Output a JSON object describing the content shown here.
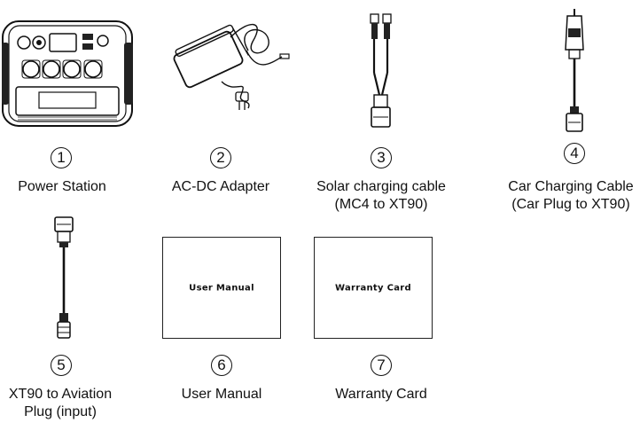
{
  "items": [
    {
      "num": "1",
      "label_line1": "Power Station",
      "label_line2": "",
      "icon": "power-station-icon"
    },
    {
      "num": "2",
      "label_line1": "AC-DC Adapter",
      "label_line2": "",
      "icon": "ac-dc-adapter-icon"
    },
    {
      "num": "3",
      "label_line1": "Solar charging cable",
      "label_line2": "(MC4 to XT90)",
      "icon": "solar-cable-icon"
    },
    {
      "num": "4",
      "label_line1": "Car Charging Cable",
      "label_line2": "(Car Plug to XT90)",
      "icon": "car-charging-cable-icon"
    },
    {
      "num": "5",
      "label_line1": "XT90 to Aviation",
      "label_line2": "Plug (input)",
      "icon": "aviation-cable-icon"
    },
    {
      "num": "6",
      "label_line1": "User Manual",
      "label_line2": "",
      "icon": "user-manual-icon",
      "box_text": "User Manual"
    },
    {
      "num": "7",
      "label_line1": "Warranty Card",
      "label_line2": "",
      "icon": "warranty-card-icon",
      "box_text": "Warranty Card"
    }
  ]
}
